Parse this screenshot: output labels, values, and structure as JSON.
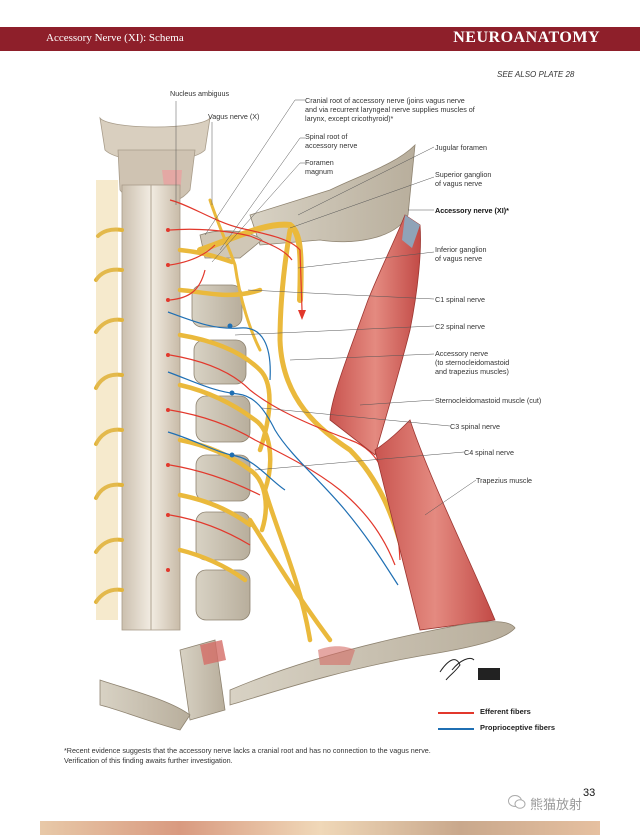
{
  "header": {
    "section_title": "Accessory Nerve (XI): Schema",
    "book_title": "NEUROANATOMY"
  },
  "see_also": "SEE ALSO PLATE 28",
  "labels": {
    "nucleus_ambiguus": "Nucleus ambiguus",
    "vagus_nerve": "Vagus nerve (X)",
    "cranial_root": "Cranial root of accessory nerve (joins vagus nerve\nand via recurrent laryngeal nerve supplies muscles of\nlarynx, except cricothyroid)*",
    "spinal_root": "Spinal root of\naccessory nerve",
    "foramen_magnum": "Foramen\nmagnum",
    "jugular_foramen": "Jugular foramen",
    "superior_ganglion": "Superior ganglion\nof vagus nerve",
    "accessory_nerve": "Accessory nerve (XI)*",
    "inferior_ganglion": "Inferior ganglion\nof vagus nerve",
    "c1": "C1 spinal nerve",
    "c2": "C2 spinal nerve",
    "accessory_to_muscles": "Accessory nerve\n(to sternocleidomastoid\nand trapezius muscles)",
    "scm_cut": "Sternocleidomastoid muscle (cut)",
    "c3": "C3 spinal nerve",
    "c4": "C4 spinal nerve",
    "trapezius": "Trapezius muscle"
  },
  "legend": {
    "efferent": {
      "label": "Efferent fibers",
      "color": "#e2382c"
    },
    "proprioceptive": {
      "label": "Proprioceptive fibers",
      "color": "#1f6fb3"
    }
  },
  "footnote": "*Recent evidence suggests that the accessory nerve lacks a cranial root and has no connection to the vagus nerve.\nVerification of this finding awaits further investigation.",
  "page_number": "33",
  "watermark": "熊猫放射"
}
